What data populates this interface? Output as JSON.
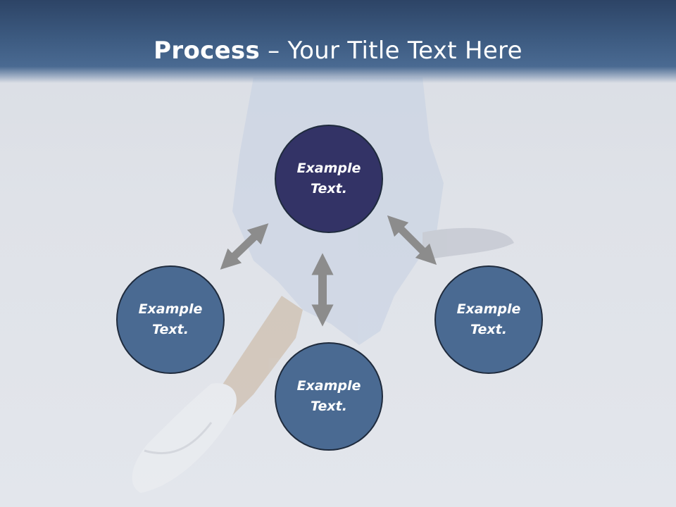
{
  "title": {
    "bold": "Process",
    "dash": " – ",
    "rest": "Your Title Text Here"
  },
  "nodes": {
    "top": "Example\nText.",
    "left": "Example\nText.",
    "right": "Example\nText.",
    "bottom": "Example\nText."
  },
  "colors": {
    "title_bar": "#3c5a80",
    "center_circle": "#333366",
    "outer_circle": "#4a6a92",
    "arrow": "#8c8c8c"
  }
}
